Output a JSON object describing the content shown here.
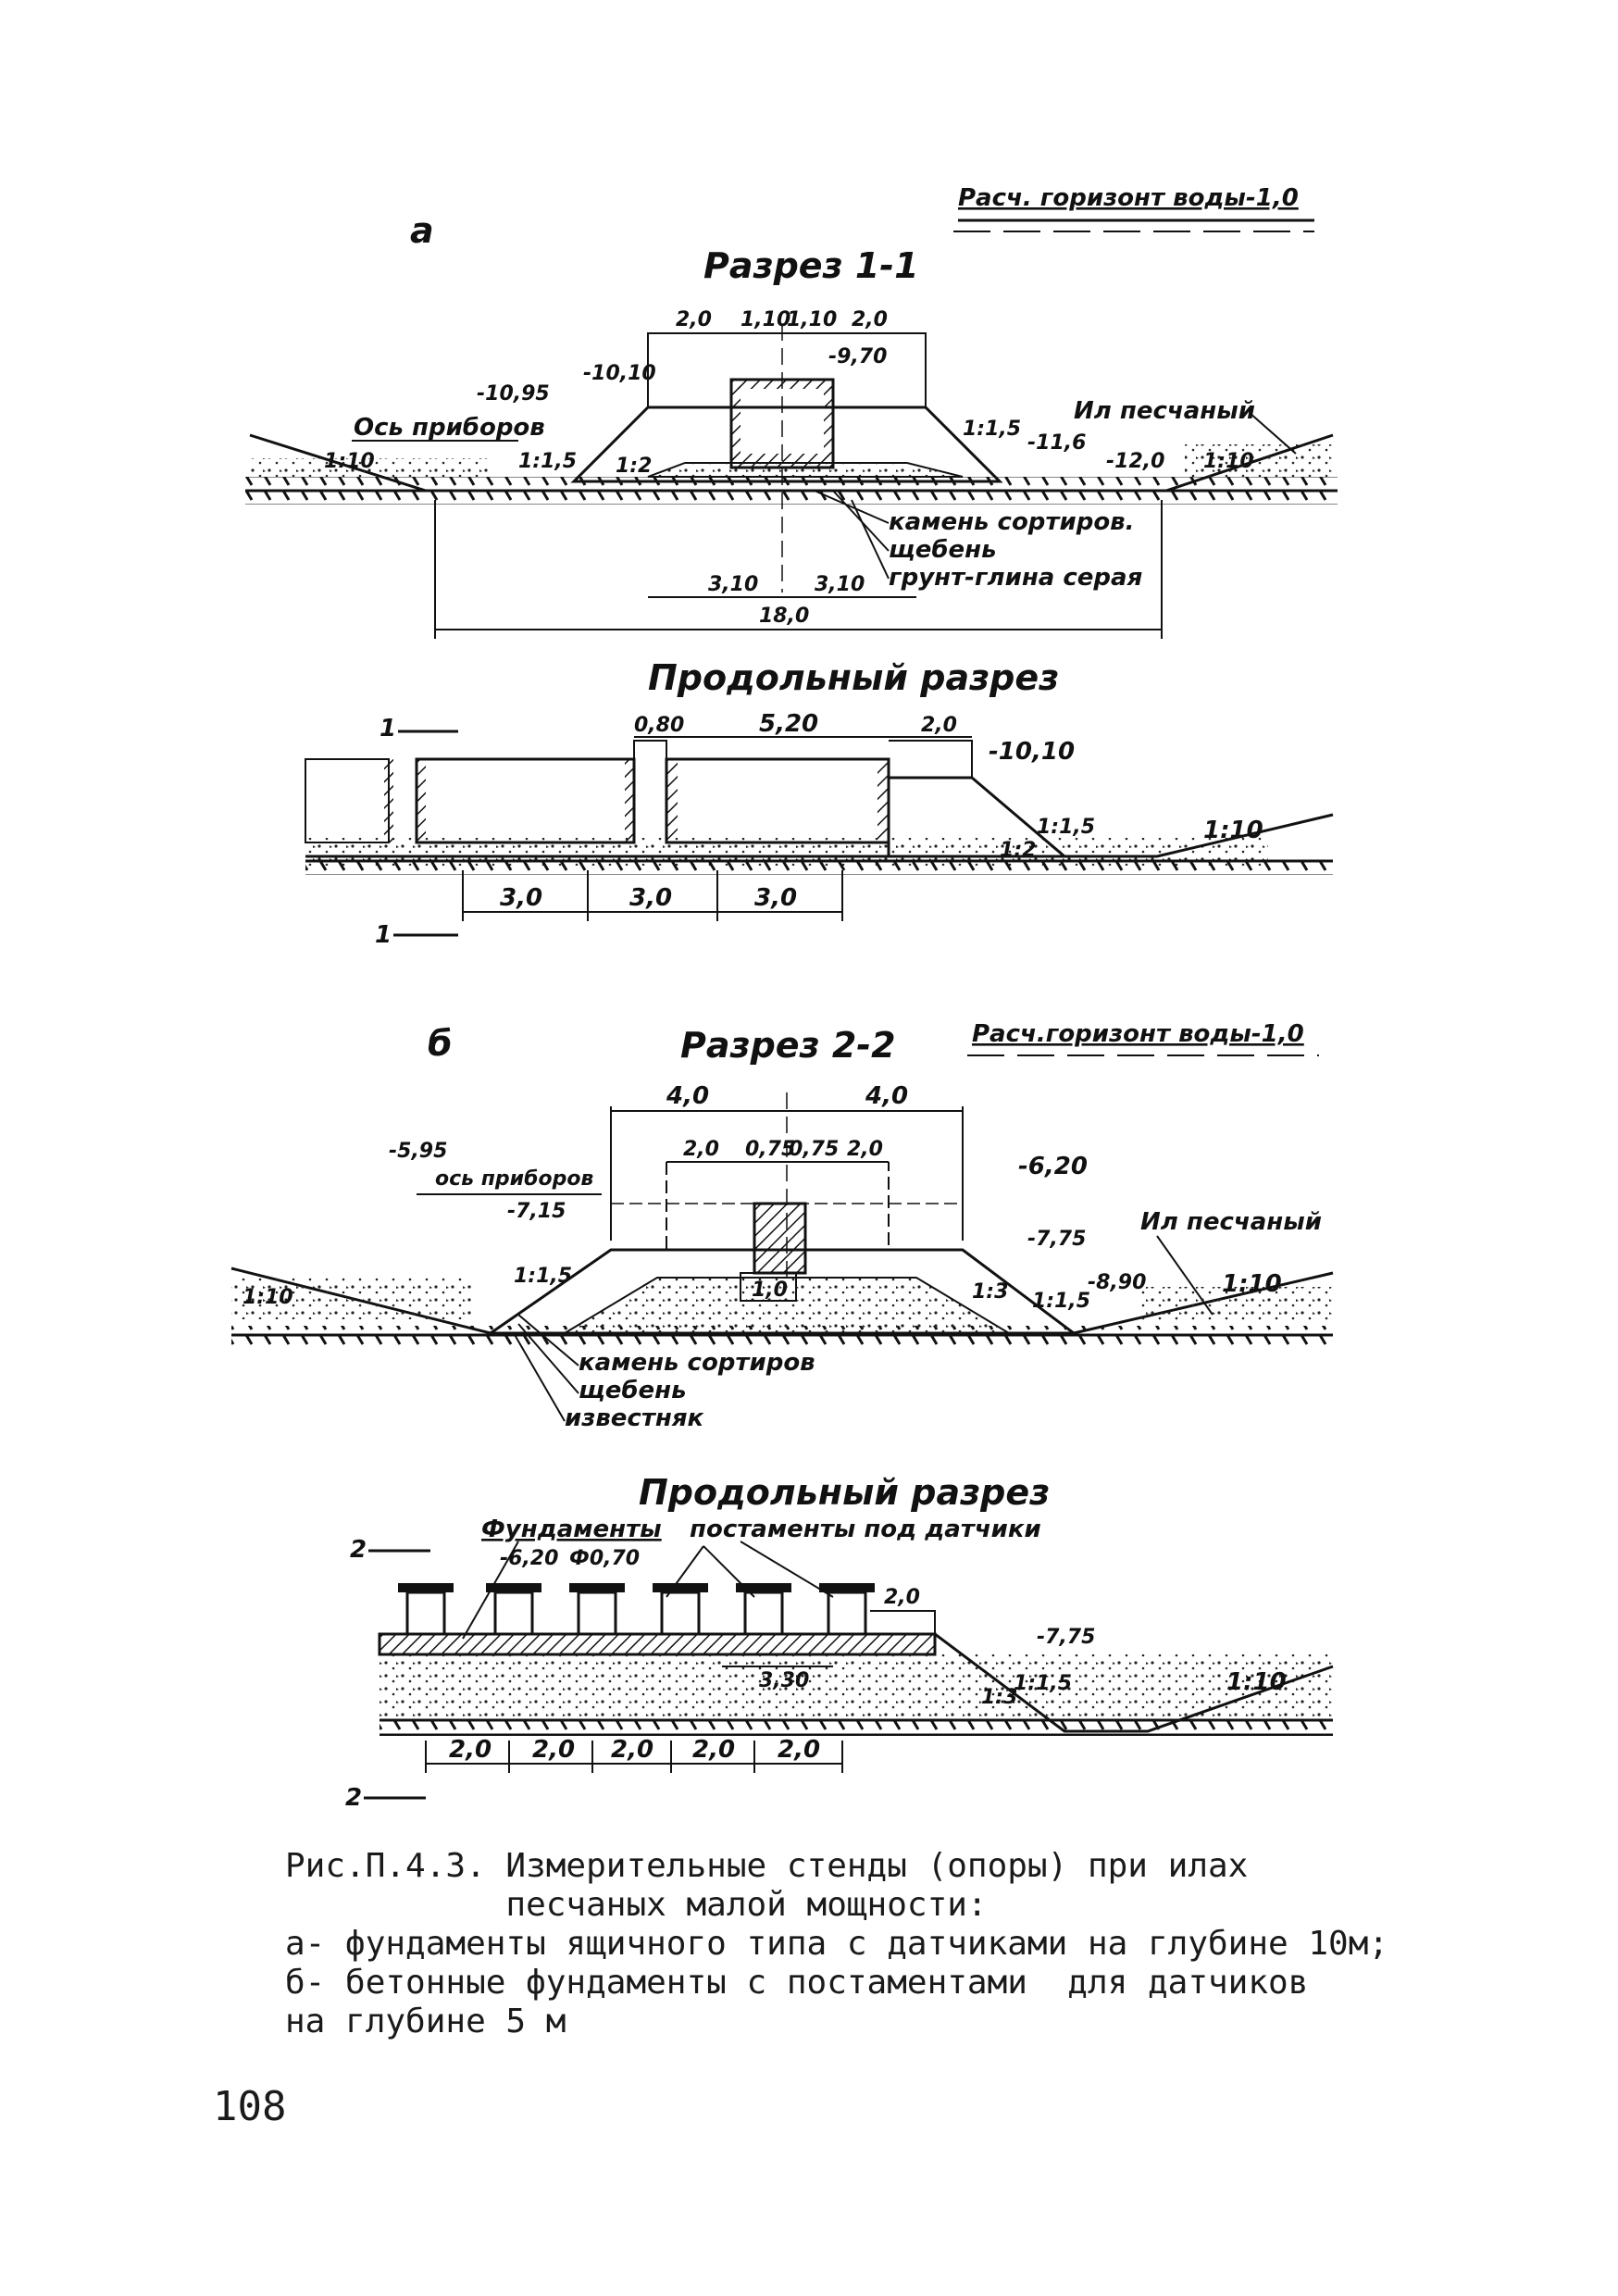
{
  "panel_a": {
    "letter": "а",
    "water_note": "Расч. горизонт воды-1,0",
    "section": {
      "title": "Разрез 1-1",
      "top_dims": [
        "2,0",
        "1,10",
        "1,10",
        "2,0"
      ],
      "elev_left_1": "-10,95",
      "elev_left_2": "-10,10",
      "elev_right_top": "-9,70",
      "axis_label": "Ось приборов",
      "slope_left": "1:10",
      "slope_side_1": "1:1,5",
      "slope_side_2": "1:2",
      "slope_right_1": "1:1,5",
      "slope_right_2": "1:10",
      "elev_right_1": "-11,6",
      "elev_right_2": "-12,0",
      "silt_label": "Ил песчаный",
      "layer_1": "камень сортиров.",
      "layer_2": "щебень",
      "layer_3": "грунт-глина серая",
      "bottom_dims": [
        "3,10",
        "3,10"
      ],
      "total_dim": "18,0"
    },
    "long": {
      "title": "Продольный разрез",
      "cut_mark_top": "1",
      "cut_mark_bottom": "1",
      "dim_080": "0,80",
      "dim_520": "5,20",
      "dim_20": "2,0",
      "elev": "-10,10",
      "slope_1": "1:1,5",
      "slope_2": "1:2",
      "slope_3": "1:10",
      "bottom_dims": [
        "3,0",
        "3,0",
        "3,0"
      ]
    }
  },
  "panel_b": {
    "letter": "б",
    "water_note": "Расч.горизонт воды-1,0",
    "section": {
      "title": "Разрез 2-2",
      "top_dims": [
        "4,0",
        "4,0"
      ],
      "inner_dims": [
        "2,0",
        "0,75",
        "0,75",
        "2,0"
      ],
      "elev_axis": "-5,95",
      "axis_label": "ось приборов",
      "elev_left": "-7,15",
      "elev_right_1": "-6,20",
      "elev_right_2": "-7,75",
      "elev_right_3": "-8,90",
      "silt_label": "Ил песчаный",
      "slope_left": "1:10",
      "slope_side": "1:1,5",
      "slope_right_1": "1:3",
      "slope_right_2": "1:1,5",
      "slope_right_3": "1:10",
      "center_dim": "1,0",
      "layer_1": "камень сортиров",
      "layer_2": "щебень",
      "layer_3": "известняк"
    },
    "long": {
      "title": "Продольный разрез",
      "cut_mark_top": "2",
      "cut_mark_bottom": "2",
      "label_foundations": "Фундаменты",
      "label_pedestals": "постаменты под датчики",
      "elev_1": "-6,20",
      "diam": "Ф0,70",
      "dim_20": "2,0",
      "dim_330": "3,30",
      "elev_2": "-7,75",
      "slope_1": "1:3",
      "slope_2": "1:1,5",
      "slope_3": "1:10",
      "bottom_dims": [
        "2,0",
        "2,0",
        "2,0",
        "2,0",
        "2,0"
      ]
    }
  },
  "caption": {
    "line1": "Рис.П.4.3. Измерительные стенды (опоры) при илах",
    "line2": "           песчаных малой мощности:",
    "line3": "а- фундаменты ящичного типа с датчиками на глубине 10м;",
    "line4": "б- бетонные фундаменты с постаментами  для датчиков",
    "line5": "на глубине 5 м"
  },
  "page_number": "108"
}
